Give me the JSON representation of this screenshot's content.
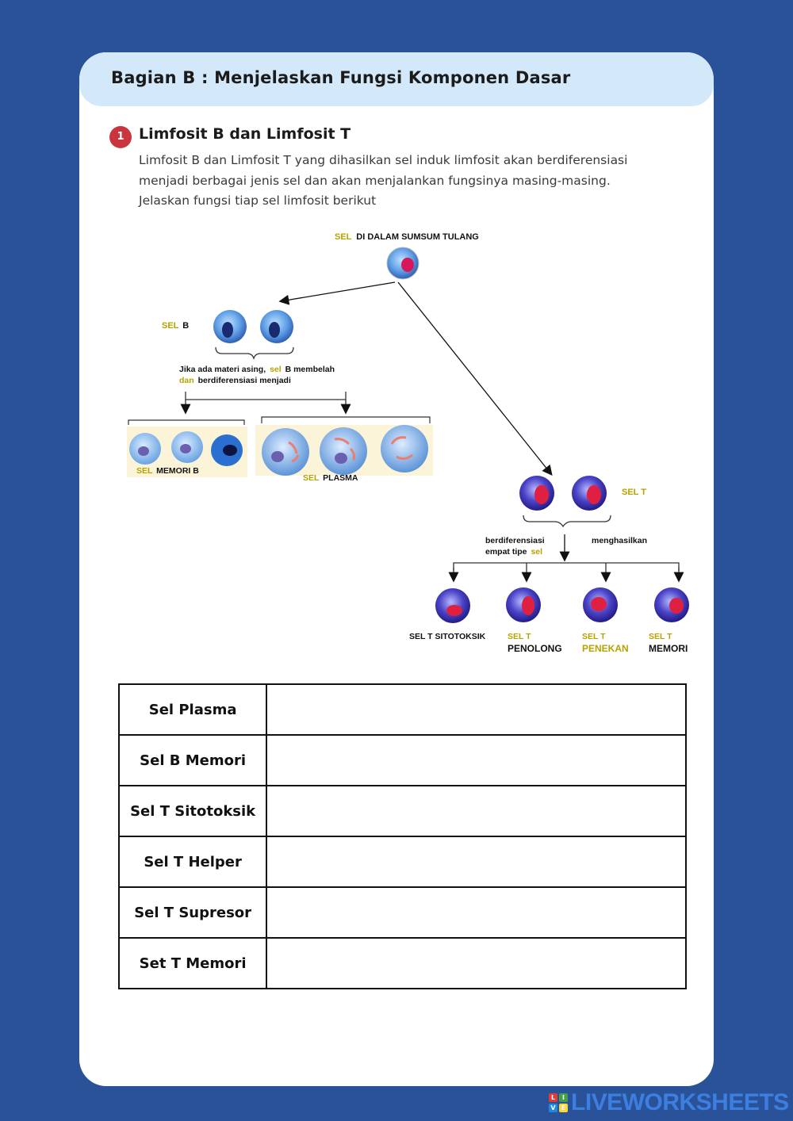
{
  "header": {
    "title": "Bagian B : Menjelaskan Fungsi Komponen Dasar"
  },
  "question": {
    "number": "1",
    "title": "Limfosit B dan Limfosit T",
    "lines": [
      "Limfosit B dan Limfosit T yang dihasilkan sel induk limfosit akan berdiferensiasi",
      "menjadi berbagai jenis sel dan akan menjalankan fungsinya masing-masing.",
      "Jelaskan fungsi tiap sel limfosit berikut"
    ]
  },
  "diagram": {
    "top_label": "DI DALAM SUMSUM TULANG",
    "top_prefix": "SEL",
    "b_label_prefix": "SEL",
    "b_label": "B",
    "b_note_line1_a": "Jika ada materi asing,",
    "b_note_line1_hl": "sel",
    "b_note_line1_b": "B membelah",
    "b_note_line2_hl": "dan",
    "b_note_line2_b": "berdiferensiasi menjadi",
    "memori_prefix": "SEL",
    "memori_label": "MEMORI B",
    "plasma_prefix": "SEL",
    "plasma_label": "PLASMA",
    "t_label": "SEL T",
    "t_note_line1": "berdiferensiasi",
    "t_note_line2_a": "empat tipe",
    "t_note_line2_hl": "sel",
    "t_note_right": "menghasilkan",
    "t_types": [
      {
        "top": "SEL T SITOTOKSIK",
        "bottom": ""
      },
      {
        "top": "SEL T",
        "bottom": "PENOLONG"
      },
      {
        "top": "SEL T",
        "bottom": "PENEKAN"
      },
      {
        "top": "SEL T",
        "bottom": "MEMORI"
      }
    ]
  },
  "table": {
    "rows": [
      {
        "label": "Sel Plasma",
        "answer": ""
      },
      {
        "label": "Sel B Memori",
        "answer": ""
      },
      {
        "label": "Sel T Sitotoksik",
        "answer": ""
      },
      {
        "label": "Sel T Helper",
        "answer": ""
      },
      {
        "label": "Sel T Supresor",
        "answer": ""
      },
      {
        "label": "Set T Memori",
        "answer": ""
      }
    ]
  },
  "footer": {
    "logo_letters": [
      "L",
      "I",
      "V",
      "E"
    ],
    "logo_text": "LIVEWORKSHEETS"
  },
  "colors": {
    "background": "#2a5298",
    "header": "#d3e9f9",
    "badge": "#c9353f",
    "highlight": "#c8b400",
    "logo": "#3d7fe0"
  }
}
